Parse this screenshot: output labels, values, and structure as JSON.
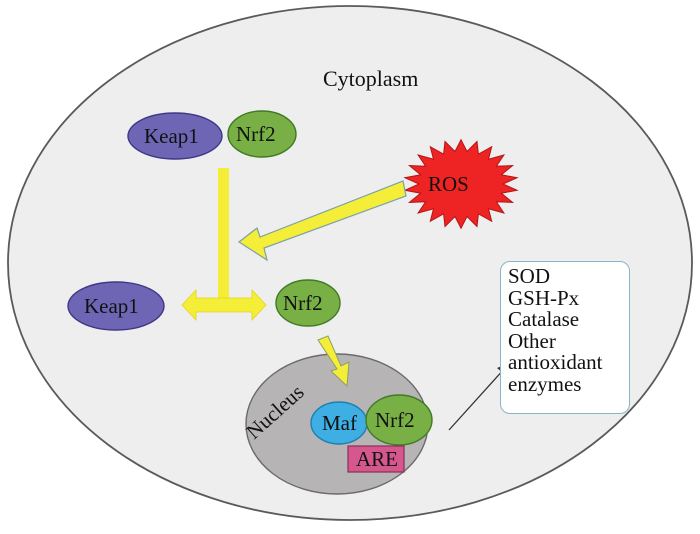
{
  "labels": {
    "cytoplasm": "Cytoplasm",
    "keap1_complex": "Keap1",
    "nrf2_complex": "Nrf2",
    "ros": "ROS",
    "keap1_free": "Keap1",
    "nrf2_free": "Nrf2",
    "nucleus": "Nucleus",
    "maf": "Maf",
    "nrf2_nucleus": "Nrf2",
    "are": "ARE"
  },
  "enzymes": [
    "SOD",
    "GSH-Px",
    "Catalase",
    "Other",
    "antioxidant",
    "enzymes"
  ],
  "colors": {
    "cell_fill": "#efeeee",
    "cell_stroke": "#5a5a5a",
    "keap1": "#6e66b5",
    "keap1_stroke": "#3f3886",
    "nrf2": "#78b045",
    "nrf2_stroke": "#3f7a25",
    "ros": "#ee2424",
    "nucleus_fill": "#b7b4b6",
    "maf": "#3eaee3",
    "are": "#d4588d",
    "arrow_yellow": "#f4ee38"
  }
}
